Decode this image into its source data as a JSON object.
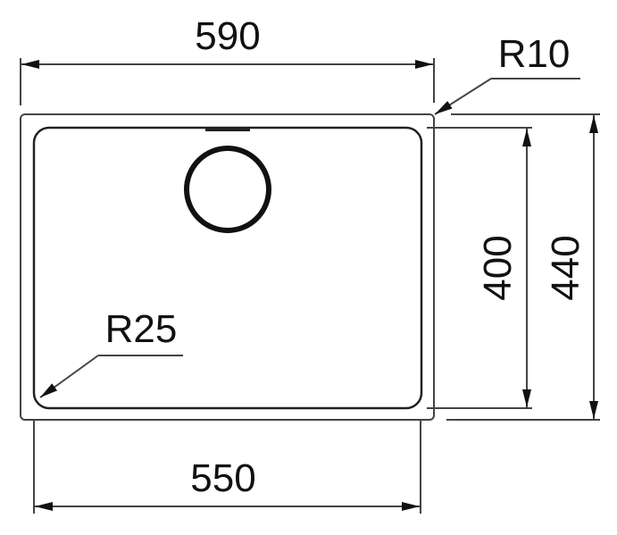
{
  "drawing": {
    "dimensions": {
      "overall_width": "590",
      "inner_width": "550",
      "inner_depth": "400",
      "overall_depth": "440",
      "outer_corner_radius": "R10",
      "inner_corner_radius": "R25"
    },
    "colors": {
      "line": "#444444",
      "text": "#111111"
    }
  }
}
